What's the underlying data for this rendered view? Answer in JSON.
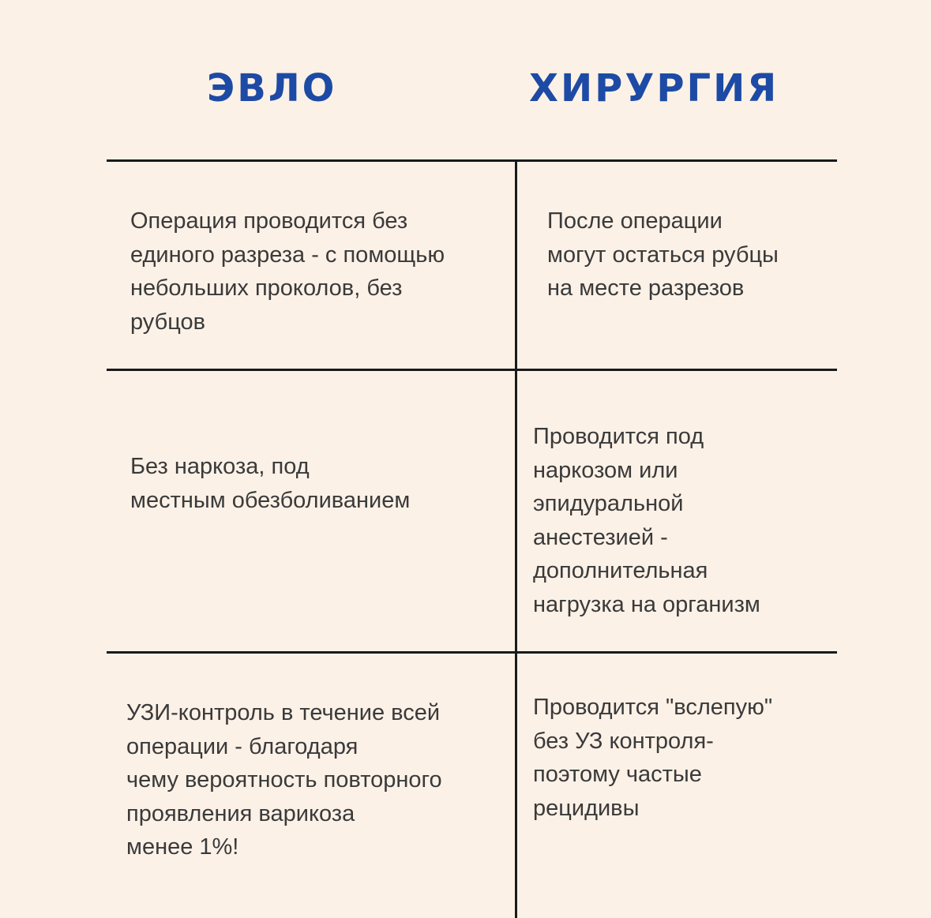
{
  "headers": {
    "left": "ЭВЛО",
    "right": "ХИРУРГИЯ"
  },
  "rows": [
    {
      "left": "Операция проводится без\nединого разреза - с помощью\nнебольших проколов, без\nрубцов",
      "right": "После операции\nмогут остаться рубцы\nна месте разрезов"
    },
    {
      "left": "Без наркоза, под\nместным обезболиванием",
      "right": "Проводится под\nнаркозом или\nэпидуральной\nанестезией -\nдополнительная\nнагрузка на организм"
    },
    {
      "left": "УЗИ-контроль в течение всей\nоперации - благодаря\nчему вероятность повторного\nпроявления варикоза\nменее 1%!",
      "right": "Проводится \"вслепую\"\nбез УЗ контроля-\nпоэтому частые\nрецидивы"
    }
  ]
}
